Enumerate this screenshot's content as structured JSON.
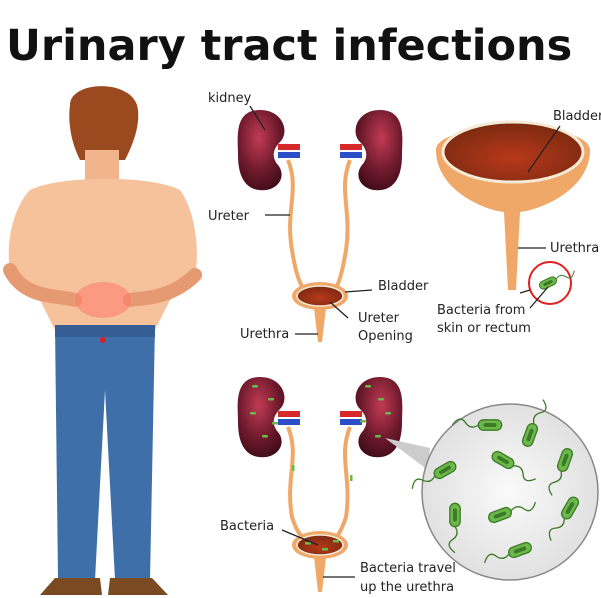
{
  "title": "Urinary tract infections",
  "top_diagram": {
    "kidney": "kidney",
    "ureter": "Ureter",
    "bladder": "Bladder",
    "ureter_opening_1": "Ureter",
    "ureter_opening_2": "Opening",
    "urethra": "Urethra"
  },
  "bladder_detail": {
    "bladder": "Bladder",
    "urethra": "Urethra",
    "bacteria_source_1": "Bacteria from",
    "bacteria_source_2": "skin or rectum"
  },
  "bottom_diagram": {
    "bacteria": "Bacteria",
    "travel_1": "Bacteria travel",
    "travel_2": "up the urethra"
  },
  "colors": {
    "kidney": "#6e1a2c",
    "tube": "#f0a868",
    "bladder": "#9a3a16",
    "bacteria": "#6cb84a",
    "alert": "#e02020"
  }
}
